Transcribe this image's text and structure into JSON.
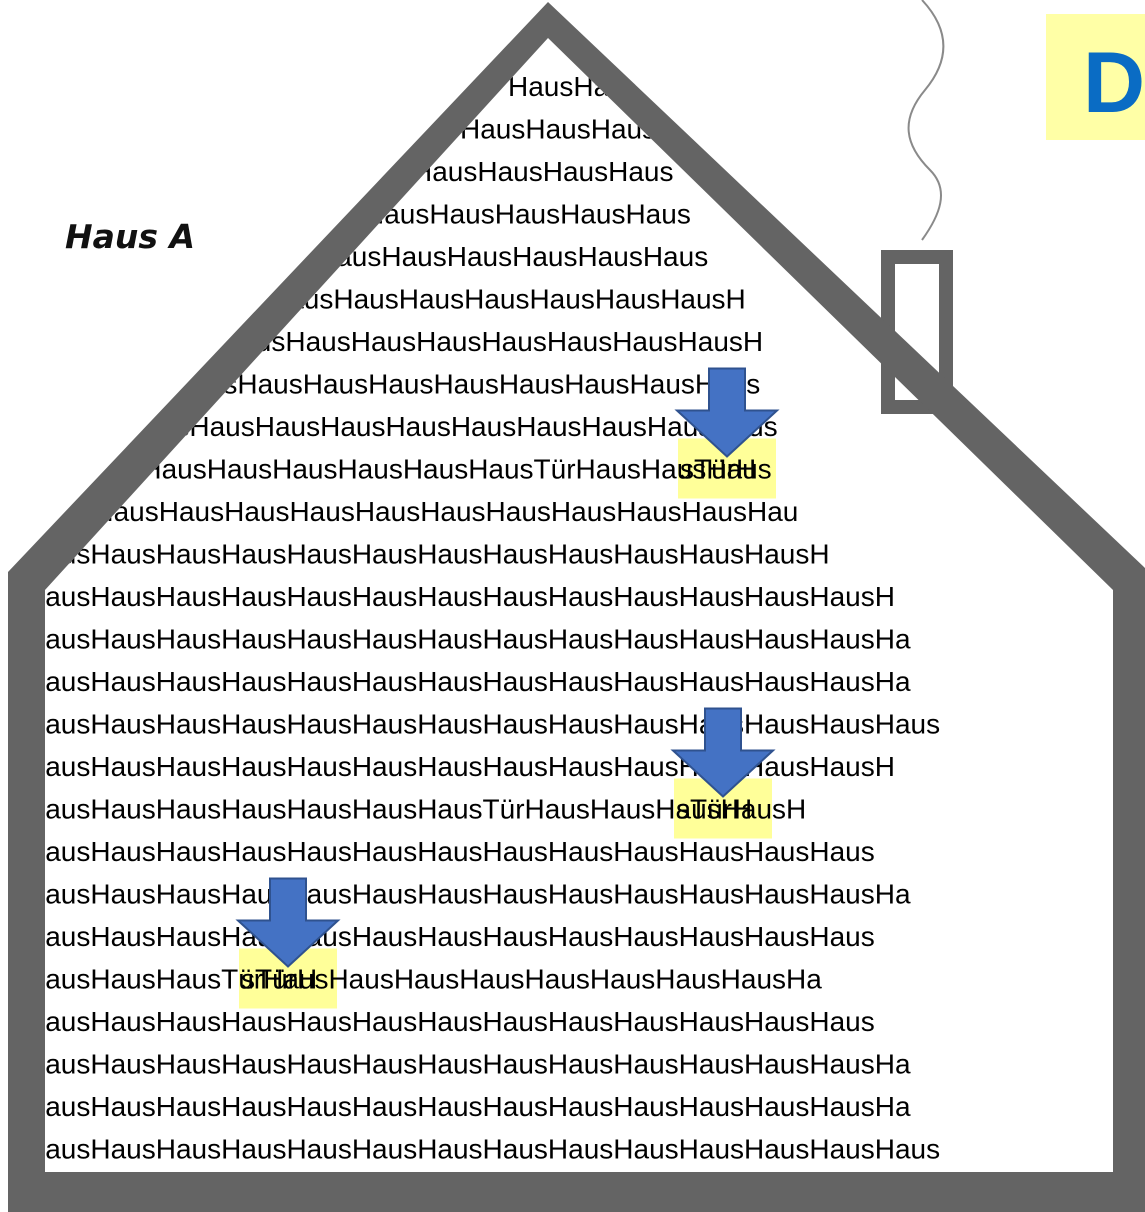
{
  "house_label": "Haus A",
  "corner_badge": {
    "text": "D",
    "text_color": "#0a6cc4",
    "background": "#ffffa6"
  },
  "wall_text": {
    "pattern": "Haus",
    "door_word": "Tür"
  },
  "rows": [
    "HausHausH",
    "HausHausHaus",
    "HausHausHausHaus",
    "HausHausHausHausHaus",
    "HausHausHausHausHausHaus",
    "HausHausHausHausHausHausHausH",
    "HausHausHausHausHausHausHausHausH",
    "HausHausHausHausHausHausHausHausHaus",
    "HausHausHausHausHausHausHausHausHausHaus",
    "HausHausHausHausHausHausHausTürHausHausHaus",
    "HausHausHausHausHausHausHausHausHausHausHausHau",
    "HausHausHausHausHausHausHausHausHausHausHausHausH",
    "HausHausHausHausHausHausHausHausHausHausHausHausHausH",
    "HausHausHausHausHausHausHausHausHausHausHausHausHausHa",
    "HausHausHausHausHausHausHausHausHausHausHausHausHausHa",
    "HausHausHausHausHausHausHausHausHausHausHausHausHausHaus",
    "HausHausHausHausHausHausHausHausHausHausHausHausHausH",
    "HausHausHausHausHausHausHausTürHausHausHausHausH",
    "HausHausHausHausHausHausHausHausHausHausHausHausHaus",
    "HausHausHausHausHausHausHausHausHausHausHausHausHausHa",
    "HausHausHausHausHausHausHausHausHausHausHausHausHaus",
    "HausHausHausTürHausHausHausHausHausHausHausHausHa",
    "HausHausHausHausHausHausHausHausHausHausHausHausHaus",
    "HausHausHausHausHausHausHausHausHausHausHausHausHausHa",
    "HausHausHausHausHausHausHausHausHausHausHausHausHausHa",
    "HausHausHausHausHausHausHausHausHausHausHausHausHausHaus"
  ],
  "doors": [
    {
      "row": 10,
      "label": "sTürH"
    },
    {
      "row": 18,
      "label": "sTürH"
    },
    {
      "row": 22,
      "label": "sTürH"
    }
  ],
  "colors": {
    "wall": "#646464",
    "arrow_fill": "#4472c4",
    "arrow_stroke": "#2f528f",
    "door_highlight": "#ffff99",
    "smoke": "#8a8a8a"
  }
}
